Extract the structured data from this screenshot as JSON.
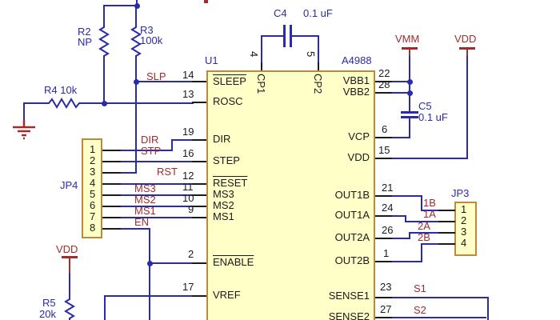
{
  "ic": {
    "refdes": "U1",
    "part": "A4988",
    "left_pins": [
      {
        "num": "14",
        "name": "SLEEP"
      },
      {
        "num": "13",
        "name": "ROSC"
      },
      {
        "num": "19",
        "name": "DIR"
      },
      {
        "num": "16",
        "name": "STEP"
      },
      {
        "num": "12",
        "name": "RESET"
      },
      {
        "num": "11",
        "name": "MS3"
      },
      {
        "num": "10",
        "name": "MS2"
      },
      {
        "num": "9",
        "name": "MS1"
      },
      {
        "num": "2",
        "name": "ENABLE"
      },
      {
        "num": "17",
        "name": "VREF"
      }
    ],
    "right_pins": [
      {
        "num": "22",
        "name": "VBB1"
      },
      {
        "num": "28",
        "name": "VBB2"
      },
      {
        "num": "6",
        "name": "VCP"
      },
      {
        "num": "15",
        "name": "VDD"
      },
      {
        "num": "21",
        "name": "OUT1B"
      },
      {
        "num": "24",
        "name": "OUT1A"
      },
      {
        "num": "26",
        "name": "OUT2A"
      },
      {
        "num": "1",
        "name": "OUT2B"
      },
      {
        "num": "23",
        "name": "SENSE1"
      },
      {
        "num": "27",
        "name": "SENSE2"
      }
    ],
    "top_pins": [
      {
        "num": "4",
        "name": "CP1"
      },
      {
        "num": "5",
        "name": "CP2"
      }
    ]
  },
  "connectors": {
    "jp4": {
      "refdes": "JP4",
      "pins": [
        "1",
        "2",
        "3",
        "4",
        "5",
        "6",
        "7",
        "8"
      ]
    },
    "jp3": {
      "refdes": "JP3",
      "pins": [
        "1",
        "2",
        "3",
        "4"
      ]
    }
  },
  "passives": {
    "r2": {
      "refdes": "R2",
      "value": "NP"
    },
    "r3": {
      "refdes": "R3",
      "value": "100k"
    },
    "r4": {
      "label": "R4 10k"
    },
    "r5": {
      "refdes": "R5",
      "value": "20k"
    },
    "c4": {
      "refdes": "C4",
      "value": "0.1 uF"
    },
    "c5": {
      "refdes": "C5",
      "value": "0.1 uF"
    }
  },
  "net_labels": {
    "slp": "SLP",
    "dir": "DIR",
    "stp": "STP",
    "rst": "RST",
    "ms3": "MS3",
    "ms2": "MS2",
    "ms1": "MS1",
    "en": "EN",
    "out1b": "1B",
    "out1a": "1A",
    "out2a": "2A",
    "out2b": "2B",
    "s1": "S1",
    "s2": "S2"
  },
  "power": {
    "vmm": "VMM",
    "vdd_top": "VDD",
    "vdd_left": "VDD"
  },
  "colors": {
    "wire": "#2B2BA8",
    "red": "#A02C2C",
    "fill": "#FFFFC8",
    "bord": "#BE8A3A",
    "stub": "#1A1A1A"
  }
}
